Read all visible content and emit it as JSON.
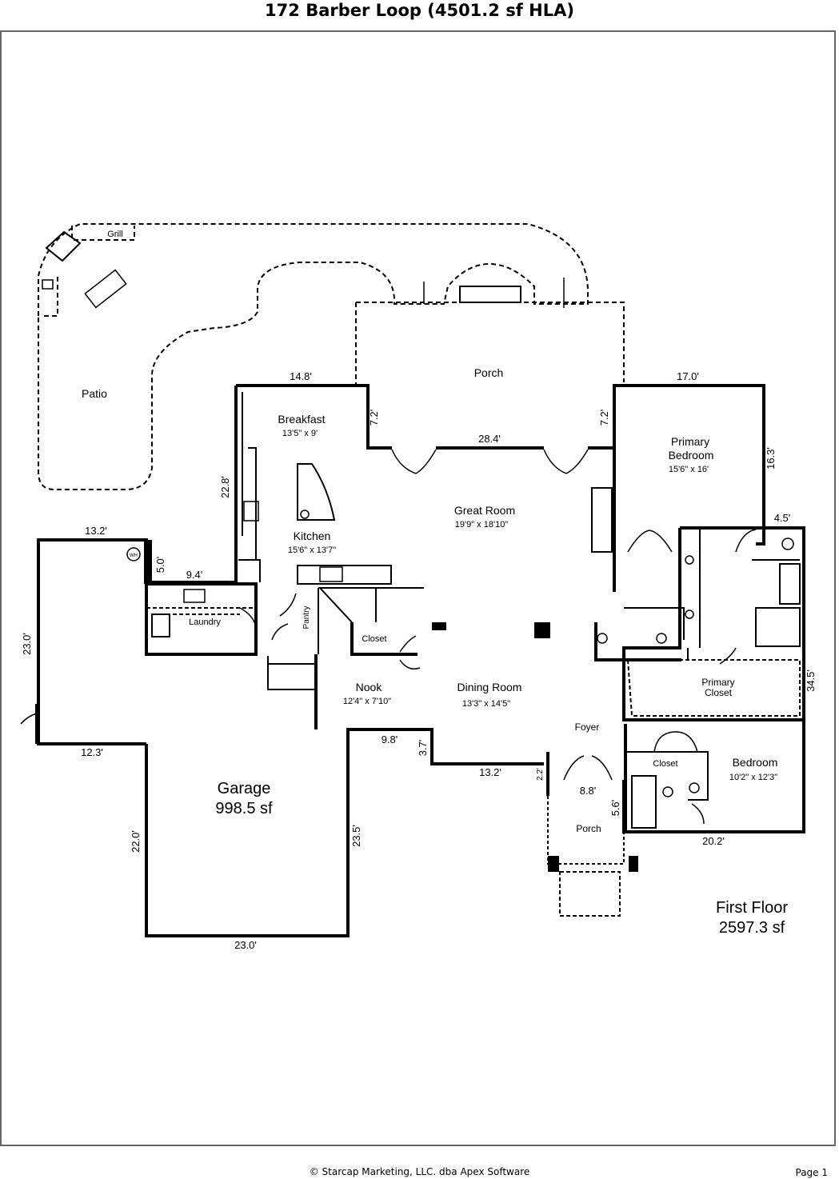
{
  "title": "172 Barber Loop (4501.2 sf HLA)",
  "footer": "© Starcap Marketing, LLC. dba Apex Software",
  "page_label": "Page 1",
  "floor": {
    "name": "First Floor",
    "area": "2597.3 sf"
  },
  "garage": {
    "name": "Garage",
    "area": "998.5 sf"
  },
  "rooms": {
    "patio": "Patio",
    "grill": "Grill",
    "porch_back": "Porch",
    "breakfast": "Breakfast",
    "breakfast_dim": "13'5\" x 9'",
    "kitchen": "Kitchen",
    "kitchen_dim": "15'6\" x 13'7\"",
    "great_room": "Great Room",
    "great_room_dim": "19'9\" x 18'10\"",
    "primary_bedroom_1": "Primary",
    "primary_bedroom_2": "Bedroom",
    "primary_bedroom_dim": "15'6\" x 16'",
    "laundry": "Laundry",
    "pantry": "Pantry",
    "closet_hall": "Closet",
    "nook": "Nook",
    "nook_dim": "12'4\" x 7'10\"",
    "dining_room": "Dining Room",
    "dining_room_dim": "13'3\" x 14'5\"",
    "foyer": "Foyer",
    "primary_closet_1": "Primary",
    "primary_closet_2": "Closet",
    "closet_bed": "Closet",
    "bedroom": "Bedroom",
    "bedroom_dim": "10'2\" x 12'3\"",
    "porch_front": "Porch",
    "wh": "WH"
  },
  "dims": {
    "d14_8": "14.8'",
    "d17_0": "17.0'",
    "d7_2a": "7.2'",
    "d7_2b": "7.2'",
    "d28_4": "28.4'",
    "d16_3": "16.3'",
    "d22_8": "22.8'",
    "d4_5": "4.5'",
    "d13_2a": "13.2'",
    "d5_0": "5.0'",
    "d9_4": "9.4'",
    "d23_0a": "23.0'",
    "d34_5": "34.5'",
    "d12_3": "12.3'",
    "d9_8": "9.8'",
    "d3_7": "3.7'",
    "d13_2b": "13.2'",
    "d2_2": "2.2'",
    "d8_8": "8.8'",
    "d5_6": "5.6'",
    "d20_2": "20.2'",
    "d22_0": "22.0'",
    "d23_5": "23.5'",
    "d23_0b": "23.0'"
  }
}
